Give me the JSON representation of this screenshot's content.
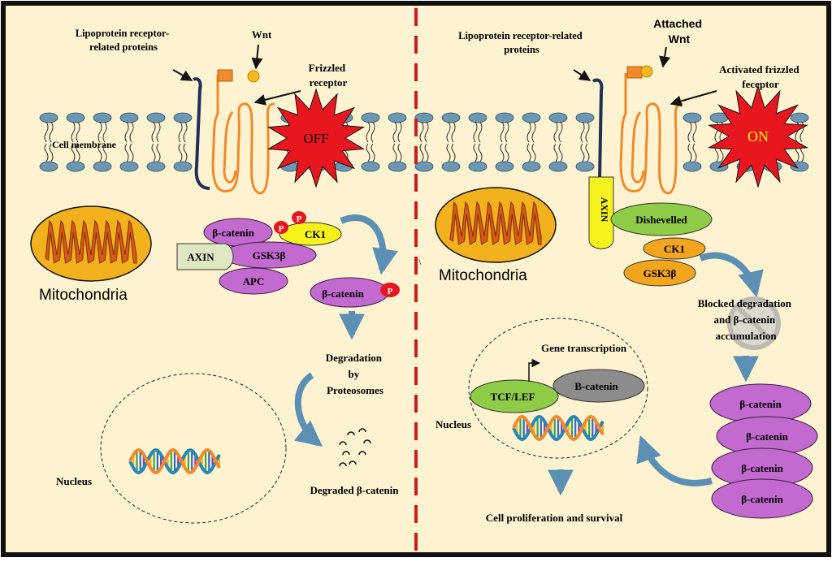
{
  "colors": {
    "background": "#fdf3d0",
    "frame": "#111111",
    "divider": "#c81e1e",
    "membrane_head": "#6b97b3",
    "receptor": "#f08a2c",
    "lrp": "#1f2f5a",
    "purple": "#c36ad0",
    "yellow": "#f5f21c",
    "green": "#8ecb47",
    "orange": "#f2a51d",
    "gray": "#8c8c8c",
    "phospho": "#e8161e",
    "arrow_blue": "#5b8fb3",
    "mito_fill": "#f4b11e",
    "mito_cristae": "#d85b14"
  },
  "left": {
    "lrp_label": [
      "Lipoprotein receptor-",
      "related proteins"
    ],
    "wnt_label": "Wnt",
    "frizzled_label": [
      "Frizzled",
      "receptor"
    ],
    "off_label": "OFF",
    "membrane_label": "Cell membrane",
    "mitochondria_label": "Mitochondria",
    "complex": {
      "beta_catenin": "β-catenin",
      "p1": "P",
      "p2": "P",
      "ck1": "CK1",
      "axin": "AXIN",
      "gsk3b": "GSK3β",
      "apc": "APC"
    },
    "phospho_beta": "β-catenin",
    "phospho_p": "P",
    "degradation_label": [
      "Degradation",
      "by",
      "Proteosomes"
    ],
    "degraded_label": "Degraded β-catenin",
    "nucleus_label": "Nucleus"
  },
  "right": {
    "lrp_label": [
      "Lipoprotein receptor-related",
      "proteins"
    ],
    "wnt_label": [
      "Attached",
      "Wnt"
    ],
    "frizzled_label": [
      "Activated frizzled",
      "feceptor"
    ],
    "on_label": "ON",
    "mitochondria_label": "Mitochondria",
    "axin": "AXIN",
    "dishevelled": "Dishevelled",
    "ck1": "CK1",
    "gsk3b": "GSK3β",
    "blocked_label": [
      "Blocked degradation",
      "and β-catenin",
      "accumulation"
    ],
    "gene_label": "Gene transcription",
    "tcf_label": "TCF/LEF",
    "bcat_label": "B-catenin",
    "nucleus_label": "Nucleus",
    "stack": [
      "β-catenin",
      "β-catenin",
      "β-catenin",
      "β-catenin"
    ],
    "result_label": "Cell proliferation and survival"
  }
}
